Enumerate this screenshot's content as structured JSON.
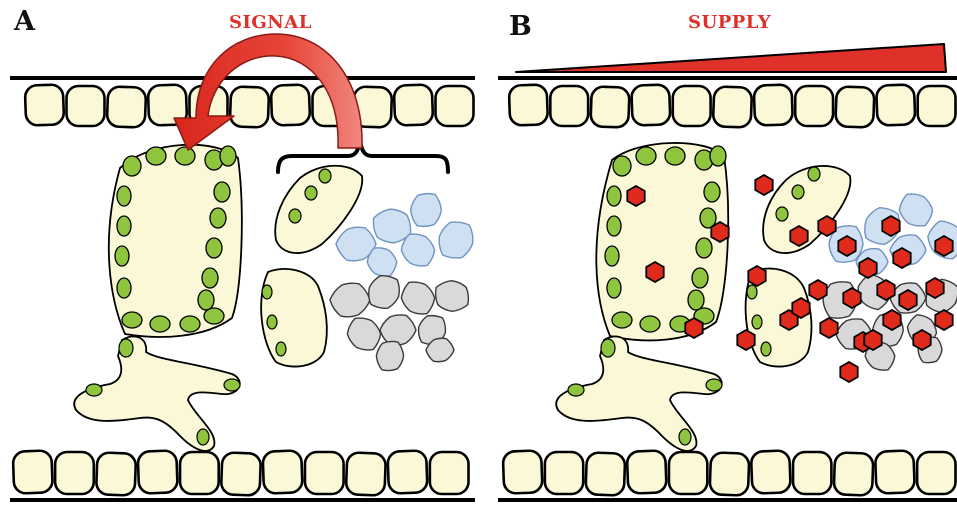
{
  "panels": [
    {
      "label": "A",
      "title": "SIGNAL"
    },
    {
      "label": "B",
      "title": "SUPPLY"
    }
  ],
  "colors": {
    "accent_red": "#e0302a",
    "cell_fill": "#fbf8d8",
    "nucleus_green": "#8fc43f",
    "blue_cell": "#cfe0f3",
    "gray_cell": "#d9d9dc",
    "hexagon_red": "#e02a1c"
  },
  "icons": [
    "curved-arrow",
    "bracket",
    "gradient-wedge",
    "hexagon-particle"
  ]
}
